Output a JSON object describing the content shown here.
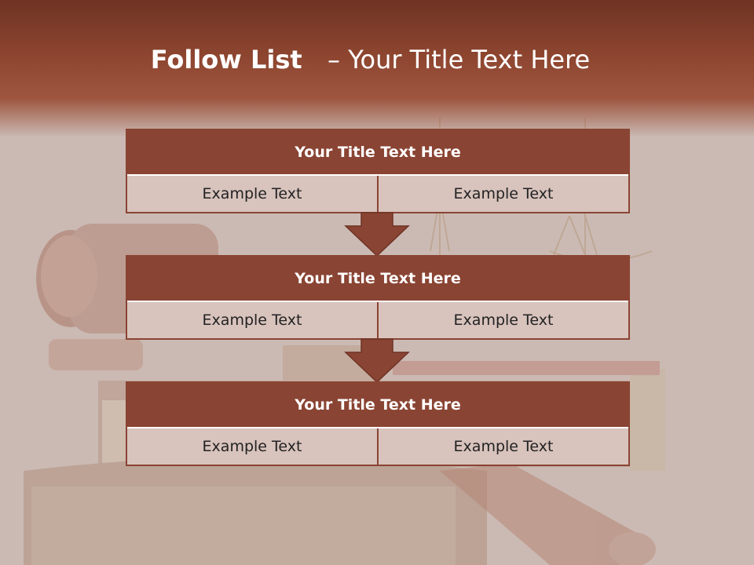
{
  "slide": {
    "title_bold": "Follow List",
    "title_dash": "–",
    "title_rest": "Your Title Text Here"
  },
  "steps": [
    {
      "title": "Your Title Text Here",
      "left": "Example Text",
      "right": "Example Text"
    },
    {
      "title": "Your Title Text Here",
      "left": "Example Text",
      "right": "Example Text"
    },
    {
      "title": "Your Title Text Here",
      "left": "Example Text",
      "right": "Example Text"
    }
  ],
  "colors": {
    "accent": "#8a4433",
    "cell_fill": "#d8c3bd",
    "header_band": "#8d452f",
    "background": "#c9b8b2"
  }
}
